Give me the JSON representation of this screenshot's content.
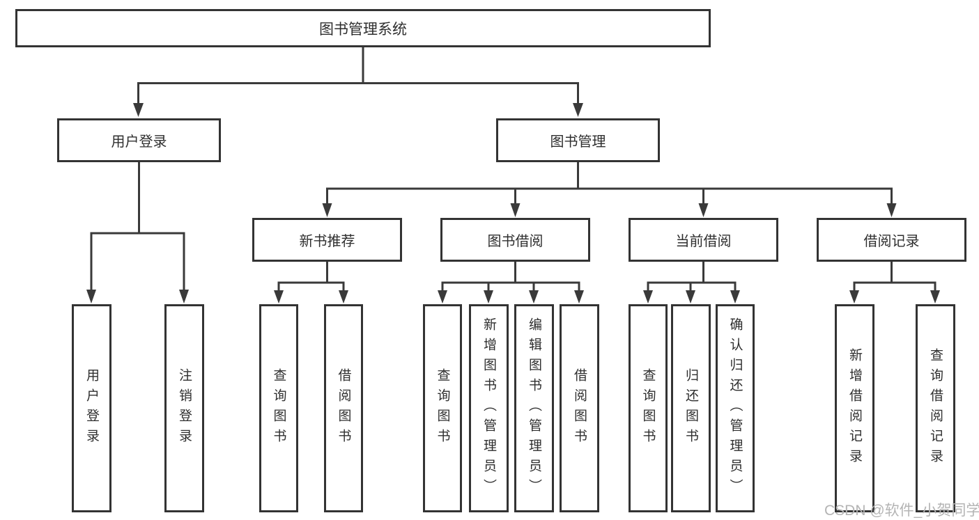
{
  "diagram": {
    "type": "hierarchy-structure-chart",
    "root": "图书管理系统",
    "level2": [
      "用户登录",
      "图书管理"
    ],
    "level3": [
      "新书推荐",
      "图书借阅",
      "当前借阅",
      "借阅记录"
    ],
    "leaves": [
      "用户登录",
      "注销登录",
      "查询图书",
      "借阅图书",
      "查询图书",
      "新增图书（管理员）",
      "编辑图书（管理员）",
      "借阅图书",
      "查询图书",
      "归还图书",
      "确认归还（管理员）",
      "新增借阅记录",
      "查询借阅记录"
    ],
    "tree": {
      "图书管理系统": {
        "用户登录": [
          "用户登录",
          "注销登录"
        ],
        "图书管理": {
          "新书推荐": [
            "查询图书",
            "借阅图书"
          ],
          "图书借阅": [
            "查询图书",
            "新增图书（管理员）",
            "编辑图书（管理员）",
            "借阅图书"
          ],
          "当前借阅": [
            "查询图书",
            "归还图书",
            "确认归还（管理员）"
          ],
          "借阅记录": [
            "新增借阅记录",
            "查询借阅记录"
          ]
        }
      }
    }
  },
  "watermark": "CSDN @软件_小贺同学",
  "colors": {
    "line": "#3a3a3a",
    "box_border": "#333333",
    "box_fill": "#ffffff",
    "text": "#2e2e2e",
    "watermark": "#b4b4b4",
    "background": "#ffffff"
  }
}
